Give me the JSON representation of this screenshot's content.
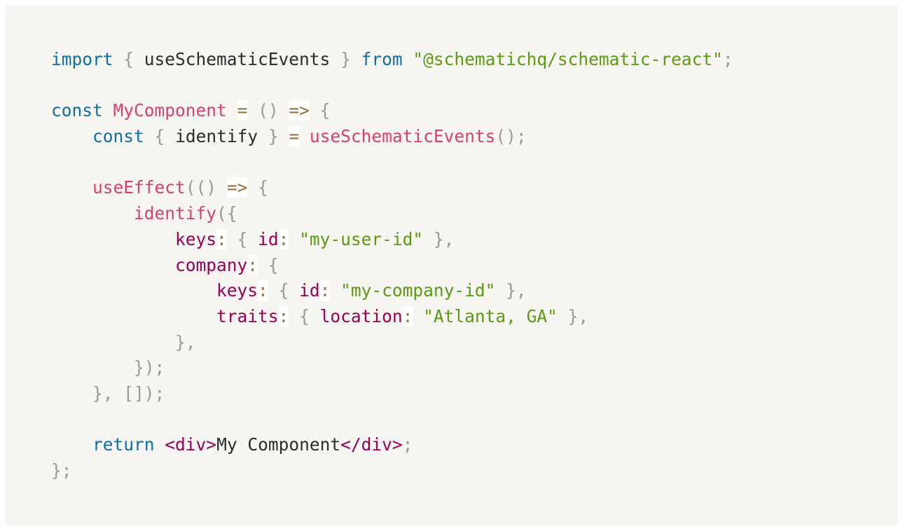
{
  "code": {
    "lines": [
      [
        {
          "t": "import",
          "c": "kw"
        },
        {
          "t": " ",
          "c": "id"
        },
        {
          "t": "{",
          "c": "punc"
        },
        {
          "t": " useSchematicEvents ",
          "c": "id"
        },
        {
          "t": "}",
          "c": "punc"
        },
        {
          "t": " ",
          "c": "id"
        },
        {
          "t": "from",
          "c": "kw"
        },
        {
          "t": " ",
          "c": "id"
        },
        {
          "t": "\"@schematichq/schematic-react\"",
          "c": "str"
        },
        {
          "t": ";",
          "c": "punc"
        }
      ],
      [],
      [
        {
          "t": "const",
          "c": "kw"
        },
        {
          "t": " ",
          "c": "id"
        },
        {
          "t": "MyComponent",
          "c": "fn"
        },
        {
          "t": " ",
          "c": "id"
        },
        {
          "t": "=",
          "c": "opbg"
        },
        {
          "t": " ",
          "c": "id"
        },
        {
          "t": "()",
          "c": "punc"
        },
        {
          "t": " ",
          "c": "id"
        },
        {
          "t": "=>",
          "c": "opbg"
        },
        {
          "t": " ",
          "c": "id"
        },
        {
          "t": "{",
          "c": "punc"
        }
      ],
      [
        {
          "t": "    ",
          "c": "id"
        },
        {
          "t": "const",
          "c": "kw"
        },
        {
          "t": " ",
          "c": "id"
        },
        {
          "t": "{",
          "c": "punc"
        },
        {
          "t": " identify ",
          "c": "id"
        },
        {
          "t": "}",
          "c": "punc"
        },
        {
          "t": " ",
          "c": "id"
        },
        {
          "t": "=",
          "c": "opbg"
        },
        {
          "t": " ",
          "c": "id"
        },
        {
          "t": "useSchematicEvents",
          "c": "fn"
        },
        {
          "t": "();",
          "c": "punc"
        }
      ],
      [],
      [
        {
          "t": "    ",
          "c": "id"
        },
        {
          "t": "useEffect",
          "c": "fn"
        },
        {
          "t": "(()",
          "c": "punc"
        },
        {
          "t": " ",
          "c": "id"
        },
        {
          "t": "=>",
          "c": "opbg"
        },
        {
          "t": " ",
          "c": "id"
        },
        {
          "t": "{",
          "c": "punc"
        }
      ],
      [
        {
          "t": "        ",
          "c": "id"
        },
        {
          "t": "identify",
          "c": "fn"
        },
        {
          "t": "({",
          "c": "punc"
        }
      ],
      [
        {
          "t": "            ",
          "c": "id"
        },
        {
          "t": "keys",
          "c": "prop"
        },
        {
          "t": ":",
          "c": "opbg"
        },
        {
          "t": " ",
          "c": "id"
        },
        {
          "t": "{",
          "c": "punc"
        },
        {
          "t": " ",
          "c": "id"
        },
        {
          "t": "id",
          "c": "prop"
        },
        {
          "t": ":",
          "c": "opbg"
        },
        {
          "t": " ",
          "c": "id"
        },
        {
          "t": "\"my-user-id\"",
          "c": "str"
        },
        {
          "t": " ",
          "c": "id"
        },
        {
          "t": "},",
          "c": "punc"
        }
      ],
      [
        {
          "t": "            ",
          "c": "id"
        },
        {
          "t": "company",
          "c": "prop"
        },
        {
          "t": ":",
          "c": "opbg"
        },
        {
          "t": " ",
          "c": "id"
        },
        {
          "t": "{",
          "c": "punc"
        }
      ],
      [
        {
          "t": "                ",
          "c": "id"
        },
        {
          "t": "keys",
          "c": "prop"
        },
        {
          "t": ":",
          "c": "opbg"
        },
        {
          "t": " ",
          "c": "id"
        },
        {
          "t": "{",
          "c": "punc"
        },
        {
          "t": " ",
          "c": "id"
        },
        {
          "t": "id",
          "c": "prop"
        },
        {
          "t": ":",
          "c": "opbg"
        },
        {
          "t": " ",
          "c": "id"
        },
        {
          "t": "\"my-company-id\"",
          "c": "str"
        },
        {
          "t": " ",
          "c": "id"
        },
        {
          "t": "},",
          "c": "punc"
        }
      ],
      [
        {
          "t": "                ",
          "c": "id"
        },
        {
          "t": "traits",
          "c": "prop"
        },
        {
          "t": ":",
          "c": "opbg"
        },
        {
          "t": " ",
          "c": "id"
        },
        {
          "t": "{",
          "c": "punc"
        },
        {
          "t": " ",
          "c": "id"
        },
        {
          "t": "location",
          "c": "prop"
        },
        {
          "t": ":",
          "c": "opbg"
        },
        {
          "t": " ",
          "c": "id"
        },
        {
          "t": "\"Atlanta, GA\"",
          "c": "str"
        },
        {
          "t": " ",
          "c": "id"
        },
        {
          "t": "},",
          "c": "punc"
        }
      ],
      [
        {
          "t": "            ",
          "c": "id"
        },
        {
          "t": "},",
          "c": "punc"
        }
      ],
      [
        {
          "t": "        ",
          "c": "id"
        },
        {
          "t": "});",
          "c": "punc"
        }
      ],
      [
        {
          "t": "    ",
          "c": "id"
        },
        {
          "t": "},",
          "c": "punc"
        },
        {
          "t": " ",
          "c": "id"
        },
        {
          "t": "[]);",
          "c": "punc"
        }
      ],
      [],
      [
        {
          "t": "    ",
          "c": "id"
        },
        {
          "t": "return",
          "c": "kw"
        },
        {
          "t": " ",
          "c": "id"
        },
        {
          "t": "<div>",
          "c": "tag"
        },
        {
          "t": "My Component",
          "c": "id"
        },
        {
          "t": "</div>",
          "c": "tag"
        },
        {
          "t": ";",
          "c": "punc"
        }
      ],
      [
        {
          "t": "};",
          "c": "punc"
        }
      ]
    ]
  }
}
